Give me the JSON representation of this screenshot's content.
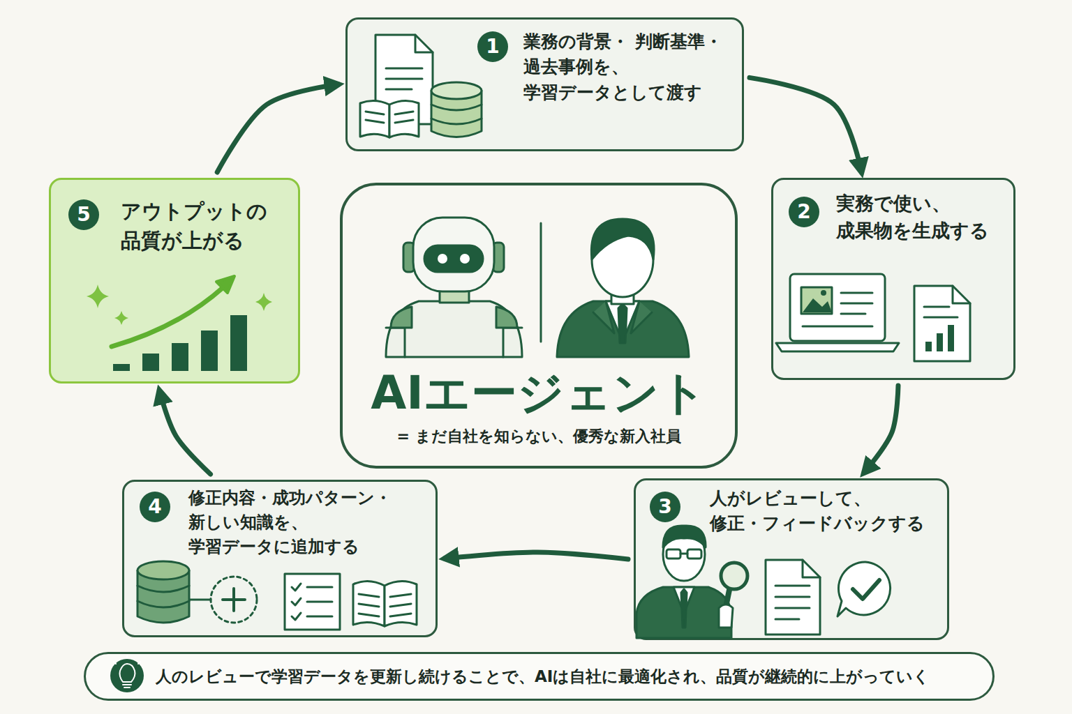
{
  "diagram": {
    "nodes": [
      {
        "text": [
          "1",
          "業務の背景・ 判断基準・過去事例を、 学習データとして渡す"
        ]
      },
      {
        "text": [
          "2",
          "実務で使い、 成果物を生成する"
        ]
      },
      {
        "text": [
          "3",
          "人がレビューして、 修正・フィードバックする"
        ]
      },
      {
        "text": [
          "4",
          "修正内容・成功パターン・ 新しい知識を、 学習データに追加する"
        ]
      },
      {
        "text": [
          "5",
          "アウトプットの 品質が上がる"
        ]
      },
      {
        "text": [
          "AIエージェント",
          "= まだ自社を知らない、優秀な新入社員"
        ]
      },
      {
        "text": [
          "人のレビューで学習データを更新し続けることで、AIは自社に最適化され、品質が継続的に上がっていく"
        ]
      }
    ],
    "edges": [
      {
        "from": 0,
        "to": 1,
        "arrow": "to"
      },
      {
        "from": 1,
        "to": 2,
        "arrow": "to"
      },
      {
        "from": 2,
        "to": 3,
        "arrow": "to"
      },
      {
        "from": 3,
        "to": 4,
        "arrow": "to"
      },
      {
        "from": 4,
        "to": 0,
        "arrow": "to"
      }
    ]
  }
}
